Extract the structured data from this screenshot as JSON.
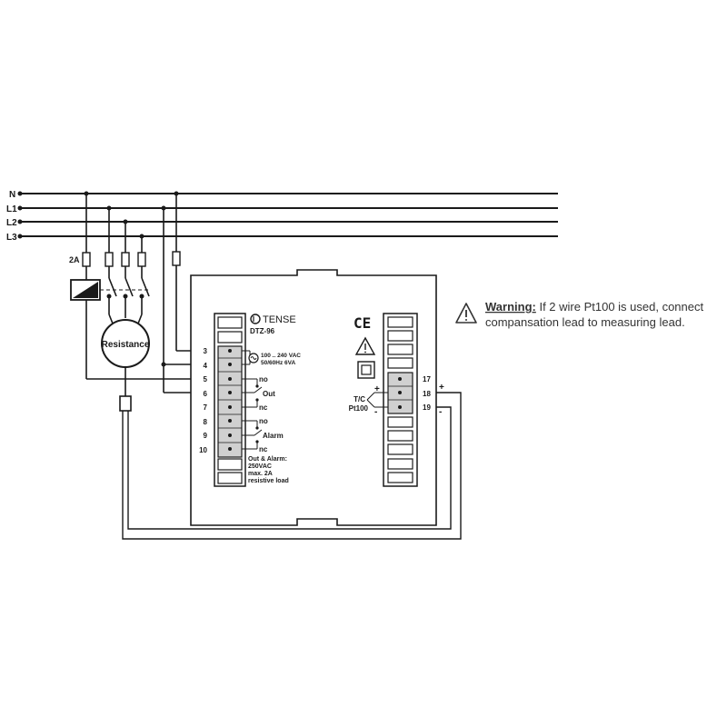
{
  "colors": {
    "line": "#1a1a1a",
    "terminal_fill": "#d0d0d0",
    "background": "#ffffff"
  },
  "lines": {
    "n": "N",
    "l1": "L1",
    "l2": "L2",
    "l3": "L3"
  },
  "fuse": {
    "rating": "2A"
  },
  "load": {
    "label": "Resistance"
  },
  "device": {
    "brand": "TENSE",
    "model": "DTZ-96",
    "supply_line1": "100 .. 240 VAC",
    "supply_line2": "50/60Hz 6VA",
    "terminals_left": [
      "3",
      "4",
      "5",
      "6",
      "7",
      "8",
      "9",
      "10"
    ],
    "out_no": "no",
    "out_label": "Out",
    "out_nc": "nc",
    "alarm_no": "no",
    "alarm_label": "Alarm",
    "alarm_nc": "nc",
    "rating_note": [
      "Out & Alarm:",
      "250VAC",
      "max. 2A",
      "resistive load"
    ],
    "ce_mark": "CE",
    "terminals_right": [
      "17",
      "18",
      "19"
    ],
    "sensor_label1": "T/C",
    "sensor_label2": "Pt100",
    "plus": "+",
    "minus": "-"
  },
  "warning": {
    "title": "Warning:",
    "line1": " If 2 wire Pt100 is used, connect",
    "line2": "compansation lead to measuring lead."
  },
  "icons": [
    "warning-triangle-icon",
    "power-supply-icon",
    "ce-mark-icon",
    "double-insulation-icon",
    "thermocouple-icon"
  ]
}
